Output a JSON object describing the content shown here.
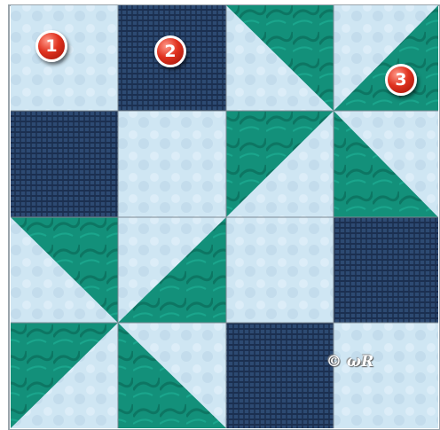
{
  "quilt_block": {
    "colors": {
      "light": "#cfe6f3",
      "teal": "#13907a",
      "navy": "#233a5e",
      "frame": "#9aa4ab"
    },
    "badges": [
      "1",
      "2",
      "3"
    ],
    "signature": "© ωR"
  }
}
